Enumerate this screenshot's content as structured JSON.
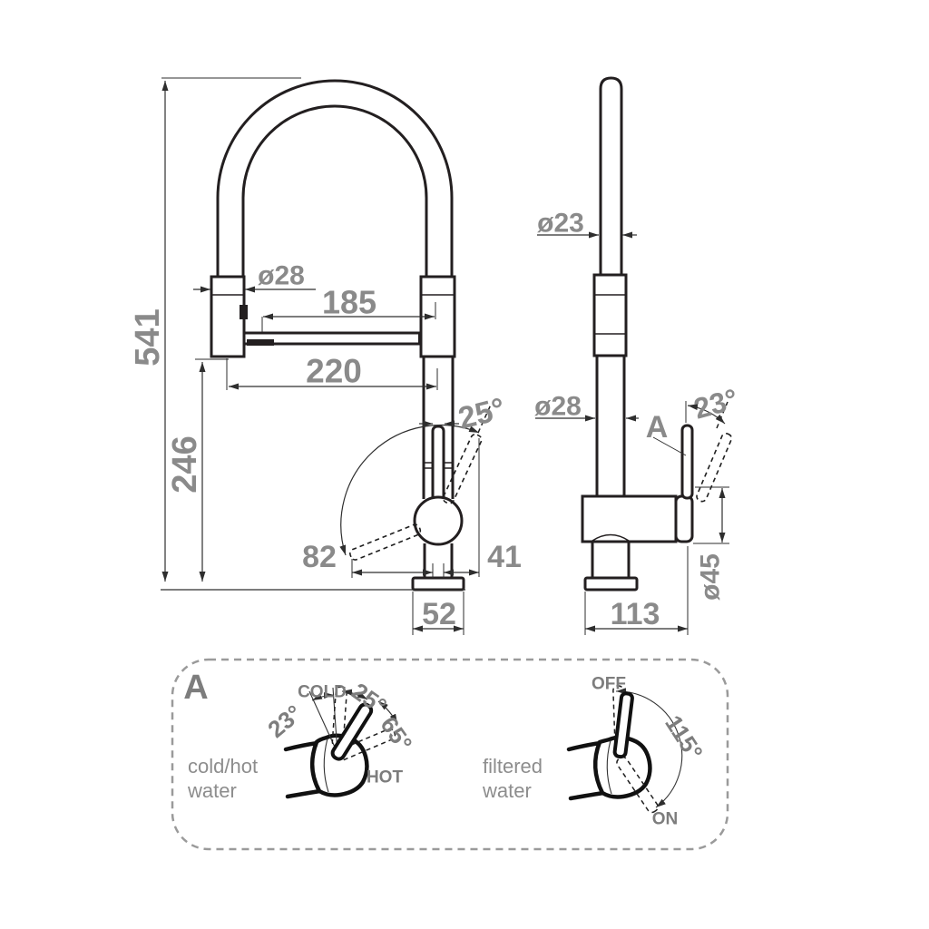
{
  "drawing_title": "kitchen-faucet-technical-drawing",
  "colors": {
    "line": "#231f20",
    "dim_text": "#8a8a8a",
    "panel_border": "#9a9a9a",
    "background": "#ffffff"
  },
  "front_view": {
    "height": "541",
    "lower_height": "246",
    "reach_full": "220",
    "reach_upper": "185",
    "head_diameter": "ø28",
    "swivel_angle": "25°",
    "offset_left": "82",
    "offset_right": "41",
    "base_width": "52"
  },
  "side_view": {
    "spout_diameter": "ø23",
    "column_diameter": "ø28",
    "handle_angle": "23°",
    "detail_ref": "A",
    "body_diameter": "ø45",
    "depth": "113"
  },
  "detail_panel": {
    "ref": "A",
    "mixer": {
      "cold": "COLD",
      "cold_angle": "25°",
      "lever_angle": "23°",
      "hot_angle": "65°",
      "hot": "HOT",
      "caption1": "cold/hot",
      "caption2": "water"
    },
    "filter": {
      "off": "OFF",
      "sweep": "115°",
      "on": "ON",
      "caption1": "filtered",
      "caption2": "water"
    }
  }
}
